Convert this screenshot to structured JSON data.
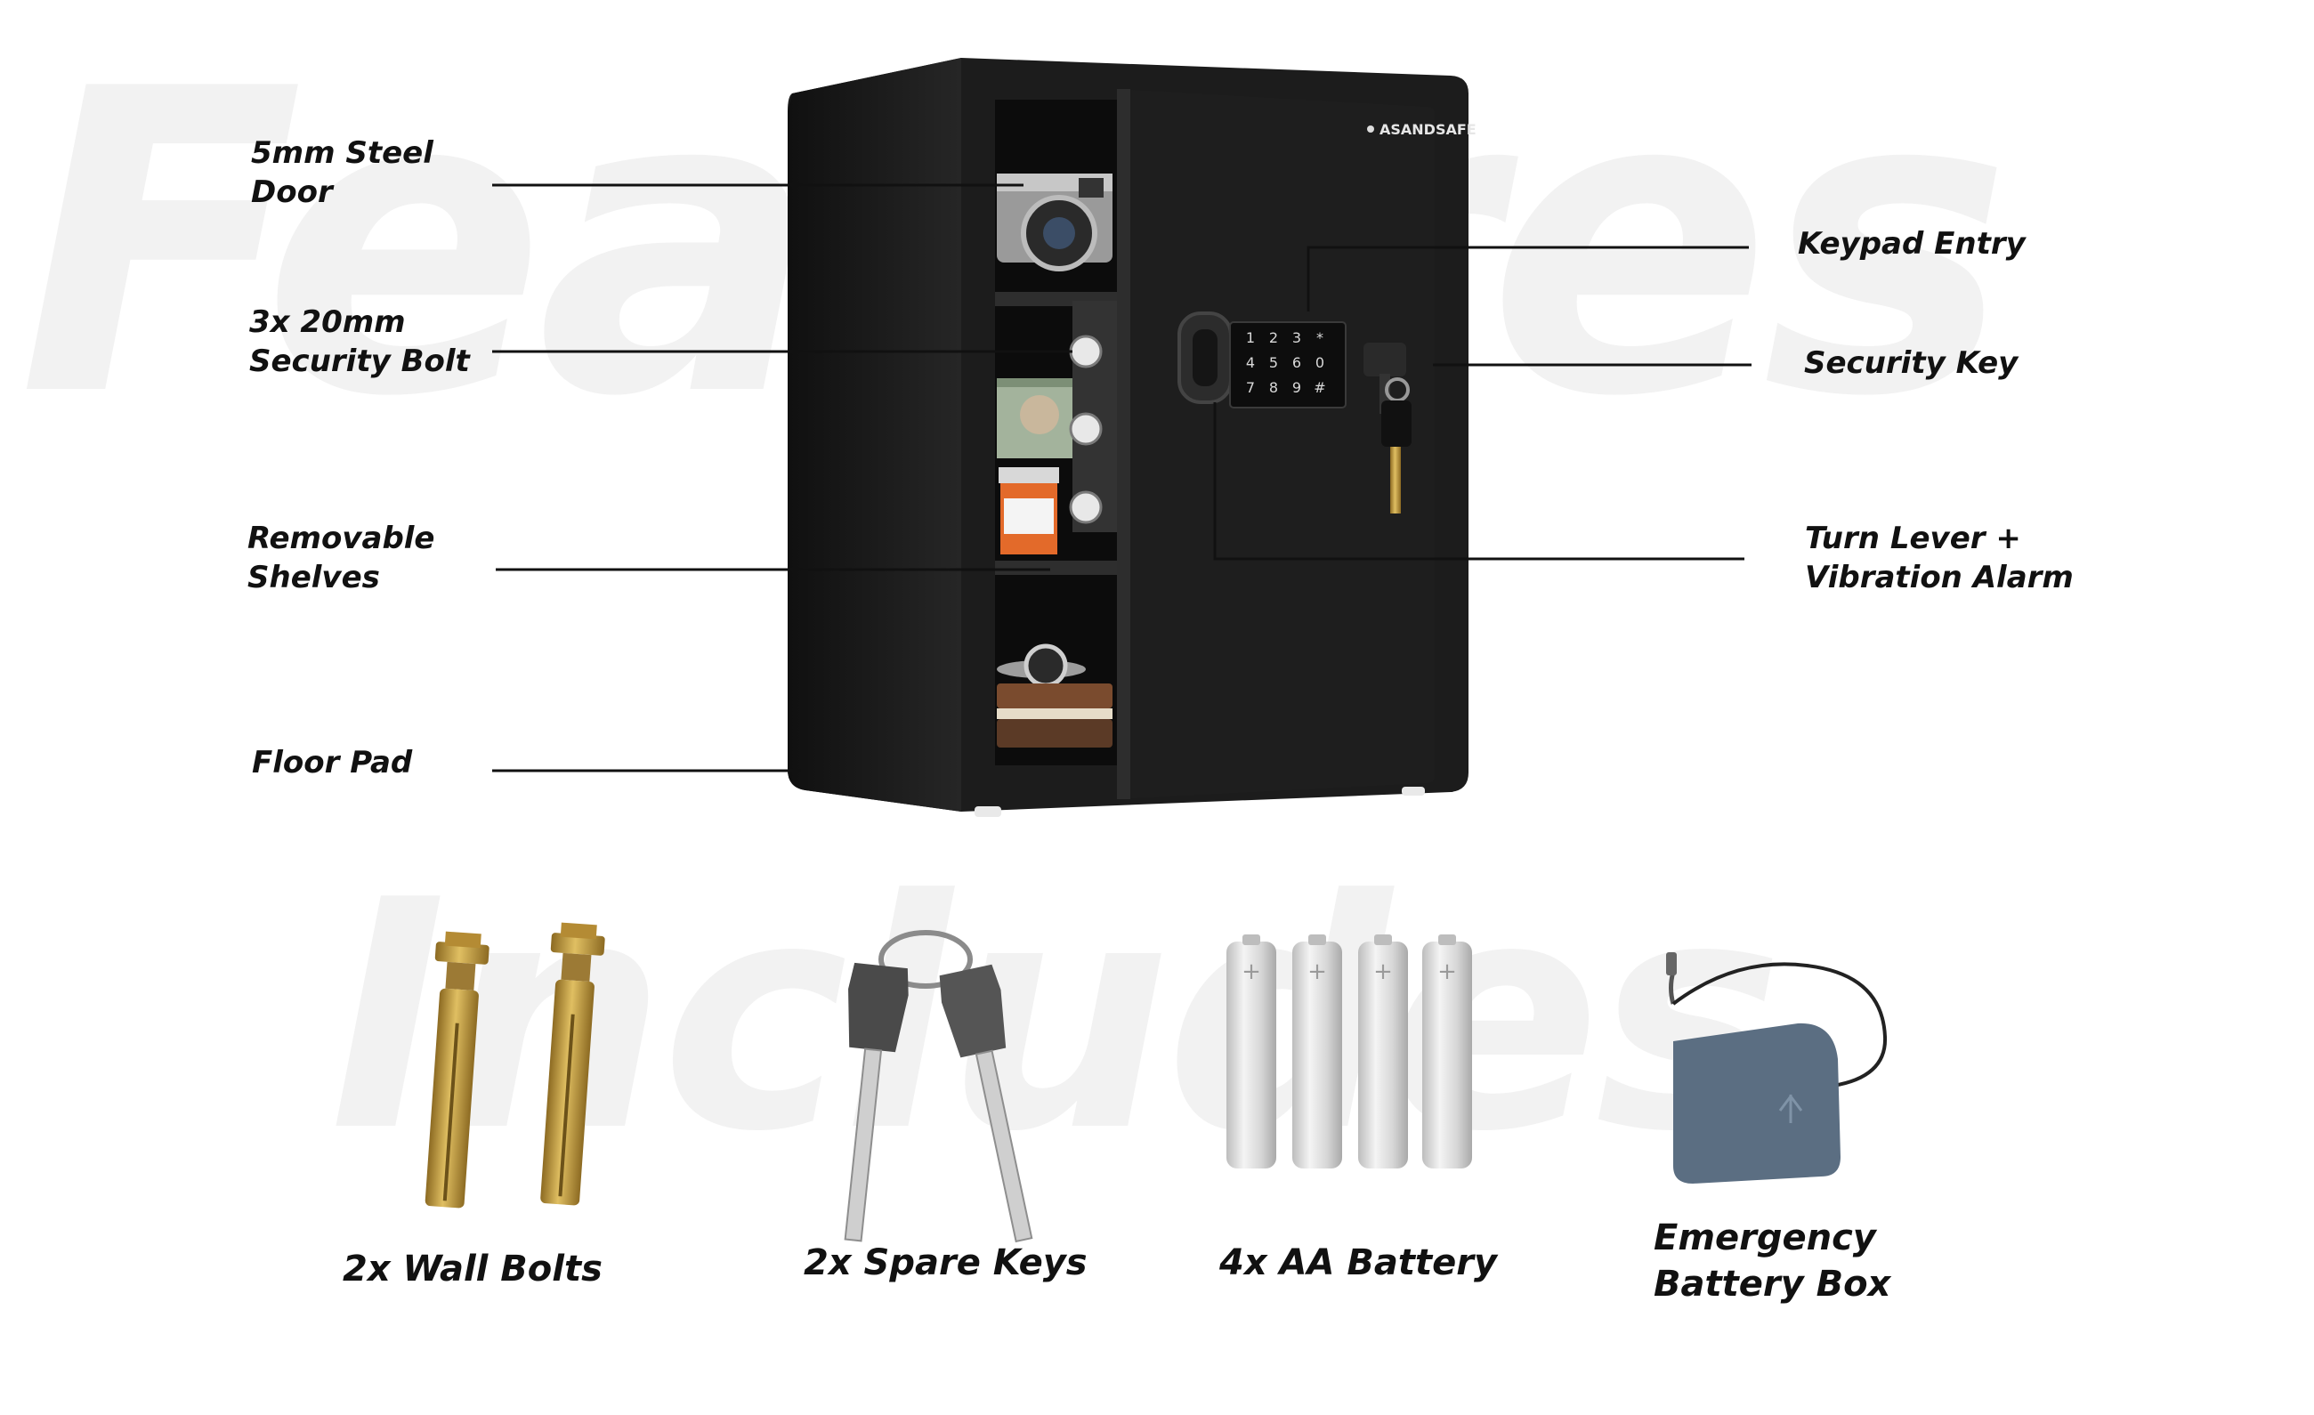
{
  "background": {
    "features_word": "Features",
    "includes_word": "Includes"
  },
  "brand": {
    "logo_text": "ASANDSAFE"
  },
  "keypad": {
    "keys": [
      "1",
      "2",
      "3",
      "*",
      "4",
      "5",
      "6",
      "0",
      "7",
      "8",
      "9",
      "#"
    ]
  },
  "features": {
    "door": "5mm Steel\nDoor",
    "bolt": "3x 20mm\nSecurity Bolt",
    "shelves": "Removable\nShelves",
    "floor_pad": "Floor Pad",
    "keypad": "Keypad Entry",
    "security_key": "Security Key",
    "lever": "Turn Lever +\nVibration Alarm"
  },
  "includes": {
    "wall_bolts": "2x Wall Bolts",
    "spare_keys": "2x Spare Keys",
    "battery": "4x AA Battery",
    "battery_box": "Emergency\nBattery Box"
  },
  "colors": {
    "safe_body": "#1c1c1c",
    "text": "#111111",
    "brass": "#c39a3b",
    "battery_silver": "#d8d8d8",
    "box_blue": "#5b6e82"
  }
}
